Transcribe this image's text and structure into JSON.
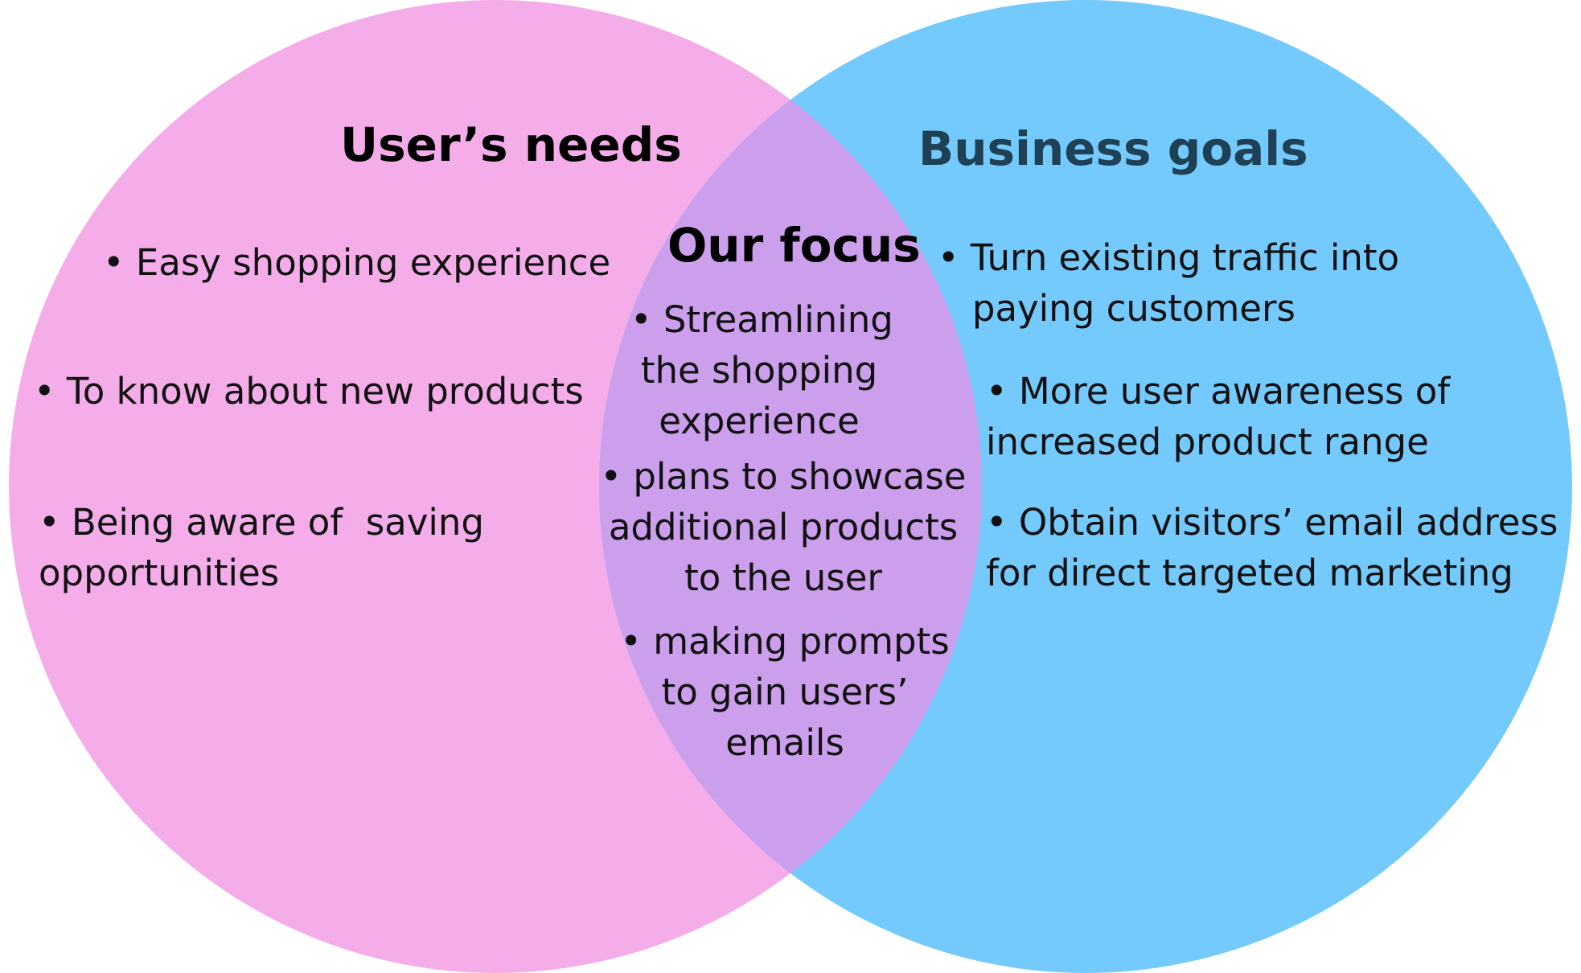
{
  "colors": {
    "users_needs_circle": "#f5adea",
    "business_goals_circle": "#74c9fd",
    "overlap": "#cb9fec",
    "heading_dark": "#000000",
    "business_heading": "#1e4155",
    "text": "#111111"
  },
  "users_needs": {
    "title": "User’s needs",
    "items": [
      "• Easy shopping experience",
      "• To know about new products",
      "• Being aware of  saving\nopportunities"
    ]
  },
  "focus": {
    "title": "Our focus",
    "items": [
      "• Streamlining\nthe shopping\nexperience",
      "• plans to showcase\nadditional products\nto the user",
      "• making prompts\nto gain users’\nemails"
    ]
  },
  "business_goals": {
    "title": "Business goals",
    "items": [
      "• Turn existing traffic into\n   paying customers",
      "• More user awareness of\nincreased product range",
      "• Obtain visitors’ email address\nfor direct targeted marketing"
    ]
  }
}
